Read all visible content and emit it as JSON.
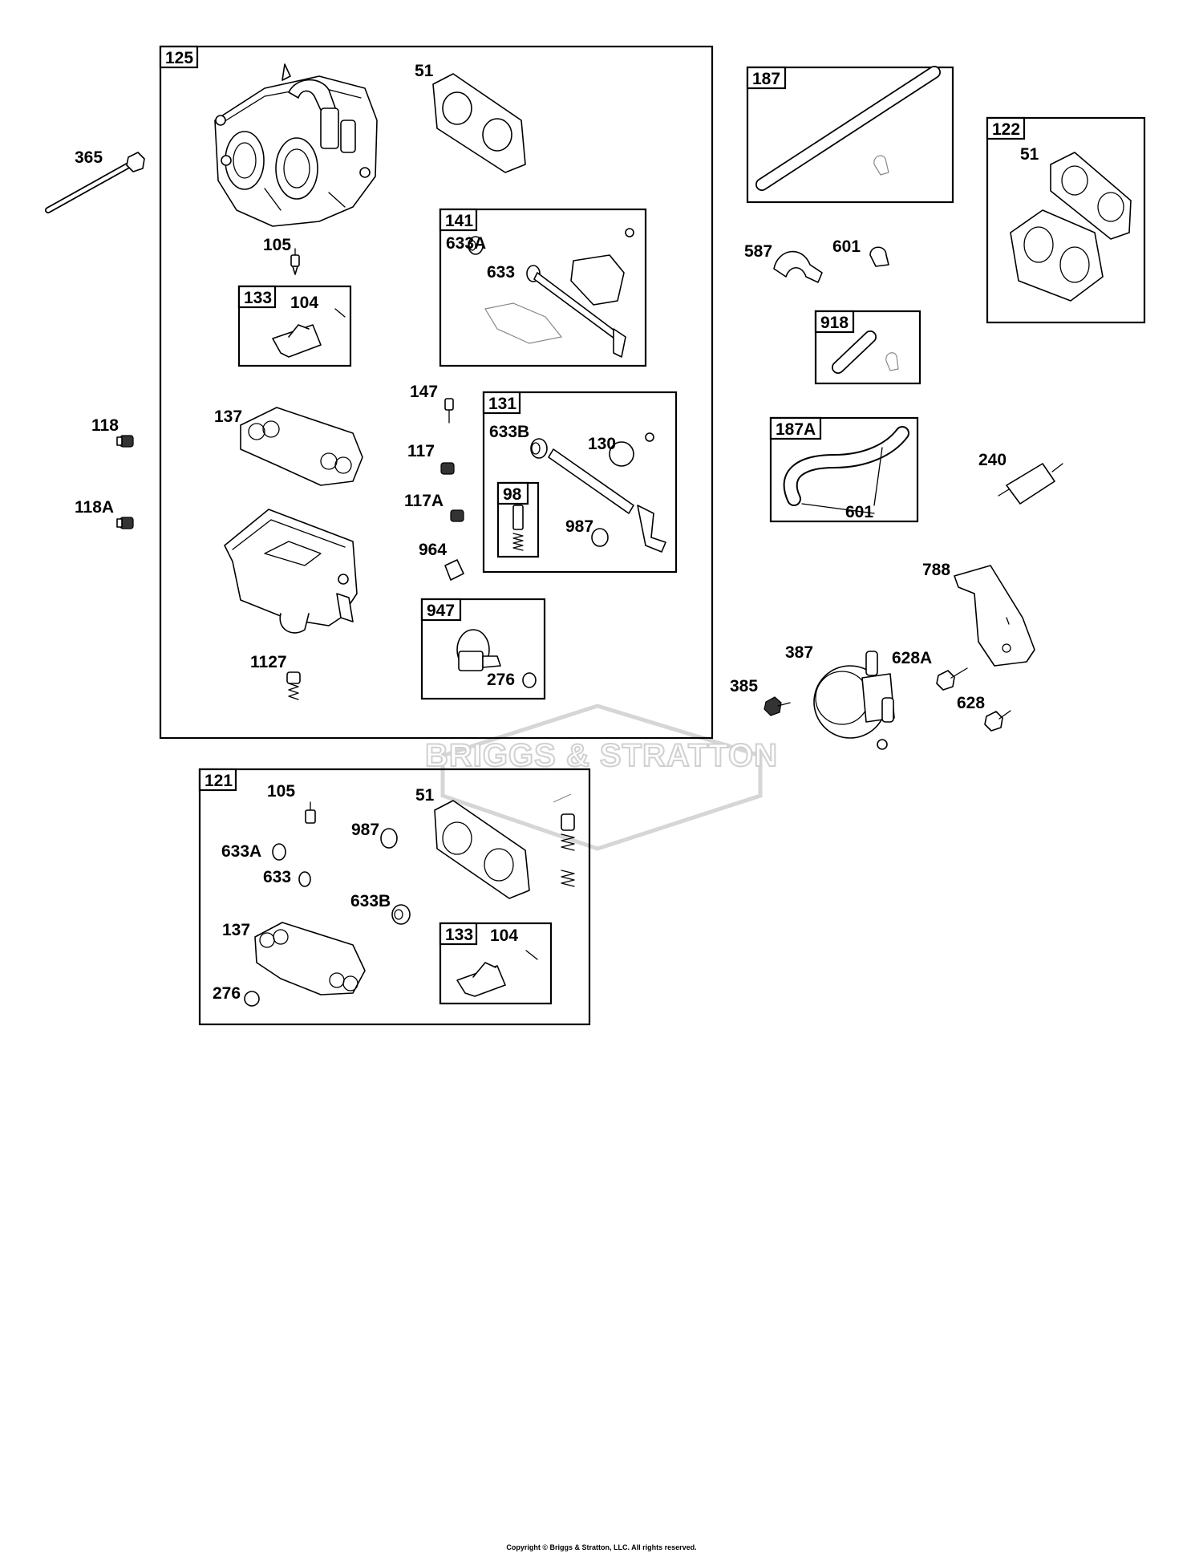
{
  "watermark": "BRIGGS & STRATTON",
  "copyright": "Copyright © Briggs & Stratton, LLC. All rights reserved.",
  "groups": {
    "g125": "125",
    "g141": "141",
    "g133a": "133",
    "g131": "131",
    "g98": "98",
    "g947": "947",
    "g187": "187",
    "g122": "122",
    "g918": "918",
    "g187A": "187A",
    "g121": "121",
    "g133b": "133"
  },
  "labels": {
    "p365": "365",
    "p51a": "51",
    "p105a": "105",
    "p104a": "104",
    "p633Aa": "633A",
    "p633a": "633",
    "p147": "147",
    "p118": "118",
    "p137a": "137",
    "p117": "117",
    "p633Ba": "633B",
    "p130": "130",
    "p118A": "118A",
    "p117A": "117A",
    "p987a": "987",
    "p964": "964",
    "p1127": "1127",
    "p276a": "276",
    "p587": "587",
    "p601a": "601",
    "p51b": "51",
    "p240": "240",
    "p601b": "601",
    "p788": "788",
    "p387": "387",
    "p628A": "628A",
    "p385": "385",
    "p628": "628",
    "p105b": "105",
    "p51c": "51",
    "p987b": "987",
    "p633Ab": "633A",
    "p633b": "633",
    "p633Bb": "633B",
    "p137b": "137",
    "p104b": "104",
    "p276b": "276"
  }
}
